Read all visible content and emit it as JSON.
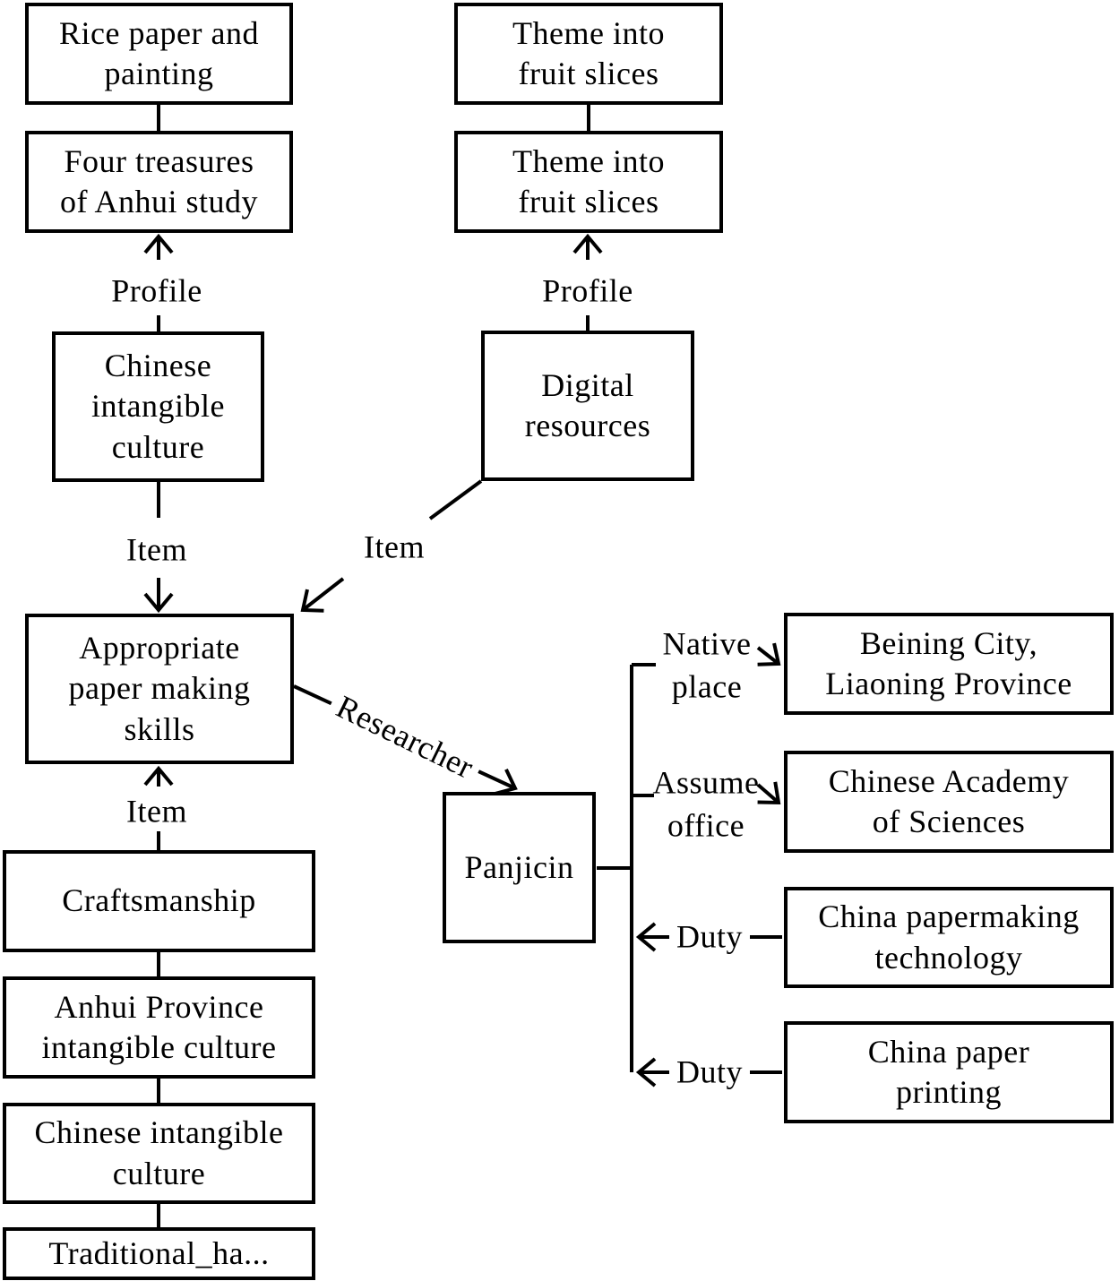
{
  "diagram": {
    "nodes": {
      "rice_paper": {
        "label": "Rice paper and\npainting"
      },
      "four_treasures": {
        "label": "Four treasures\nof Anhui study"
      },
      "theme_fruit_top": {
        "label": "Theme into\nfruit slices"
      },
      "theme_fruit_bottom": {
        "label": "Theme into\nfruit slices"
      },
      "chinese_intangible_top": {
        "label": "Chinese\nintangible\nculture"
      },
      "digital_resources": {
        "label": "Digital\nresources"
      },
      "appropriate_skills": {
        "label": "Appropriate\npaper making\nskills"
      },
      "craftsmanship": {
        "label": "Craftsmanship"
      },
      "anhui_intangible": {
        "label": "Anhui Province\nintangible culture"
      },
      "chinese_intangible_bottom": {
        "label": "Chinese intangible\nculture"
      },
      "traditional_ha": {
        "label": "Traditional_ha..."
      },
      "panjicin": {
        "label": "Panjicin"
      },
      "beining_city": {
        "label": "Beining City,\nLiaoning Province"
      },
      "chinese_academy": {
        "label": "Chinese Academy\nof Sciences"
      },
      "china_papermaking": {
        "label": "China papermaking\ntechnology"
      },
      "china_paper_printing": {
        "label": "China paper\nprinting"
      }
    },
    "edge_labels": {
      "profile_left": "Profile",
      "profile_right": "Profile",
      "item_left": "Item",
      "item_mid": "Item",
      "item_bottom": "Item",
      "researcher": "Researcher",
      "native_place": "Native\nplace",
      "assume_office": "Assume\noffice",
      "duty_1": "Duty",
      "duty_2": "Duty"
    },
    "relations": [
      {
        "from": "chinese_intangible_top",
        "to": "four_treasures",
        "label": "Profile",
        "directed": true
      },
      {
        "from": "digital_resources",
        "to": "theme_fruit_bottom",
        "label": "Profile",
        "directed": true
      },
      {
        "from": "chinese_intangible_top",
        "to": "appropriate_skills",
        "label": "Item",
        "directed": true
      },
      {
        "from": "digital_resources",
        "to": "appropriate_skills",
        "label": "Item",
        "directed": true
      },
      {
        "from": "craftsmanship",
        "to": "appropriate_skills",
        "label": "Item",
        "directed": true
      },
      {
        "from": "appropriate_skills",
        "to": "panjicin",
        "label": "Researcher",
        "directed": true
      },
      {
        "from": "panjicin",
        "to": "beining_city",
        "label": "Native place",
        "directed": true
      },
      {
        "from": "panjicin",
        "to": "chinese_academy",
        "label": "Assume office",
        "directed": true
      },
      {
        "from": "china_papermaking",
        "to": "panjicin",
        "label": "Duty",
        "directed": true
      },
      {
        "from": "china_paper_printing",
        "to": "panjicin",
        "label": "Duty",
        "directed": true
      },
      {
        "from": "rice_paper",
        "to": "four_treasures",
        "label": "",
        "directed": false
      },
      {
        "from": "theme_fruit_top",
        "to": "theme_fruit_bottom",
        "label": "",
        "directed": false
      },
      {
        "from": "craftsmanship",
        "to": "anhui_intangible",
        "label": "",
        "directed": false
      },
      {
        "from": "anhui_intangible",
        "to": "chinese_intangible_bottom",
        "label": "",
        "directed": false
      },
      {
        "from": "chinese_intangible_bottom",
        "to": "traditional_ha",
        "label": "",
        "directed": false
      }
    ]
  },
  "colors": {
    "line": "#000000",
    "background": "#ffffff",
    "text": "#000000"
  }
}
